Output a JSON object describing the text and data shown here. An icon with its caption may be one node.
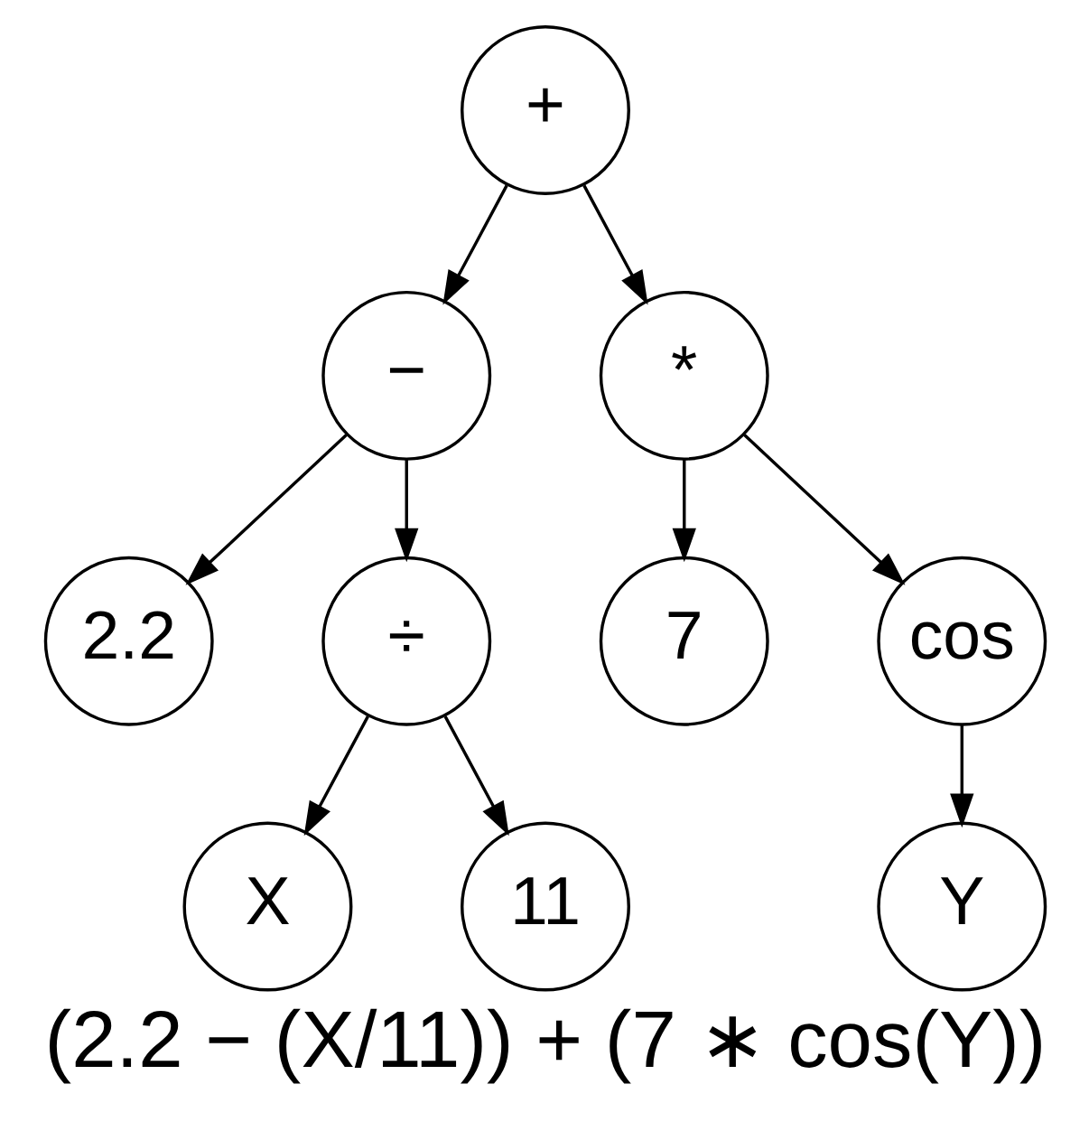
{
  "diagram": {
    "caption": "(2.2 − (X/11)) + (7 ∗ cos(Y))",
    "nodes": [
      {
        "text": [
          "+"
        ]
      },
      {
        "text": [
          "−"
        ]
      },
      {
        "text": [
          "*"
        ]
      },
      {
        "text": [
          "2.2"
        ]
      },
      {
        "text": [
          "÷"
        ]
      },
      {
        "text": [
          "7"
        ]
      },
      {
        "text": [
          "cos"
        ]
      },
      {
        "text": [
          "X"
        ]
      },
      {
        "text": [
          "11"
        ]
      },
      {
        "text": [
          "Y"
        ]
      }
    ],
    "edges": [
      {
        "from": 0,
        "to": 1,
        "arrow": "to"
      },
      {
        "from": 0,
        "to": 2,
        "arrow": "to"
      },
      {
        "from": 1,
        "to": 3,
        "arrow": "to"
      },
      {
        "from": 1,
        "to": 4,
        "arrow": "to"
      },
      {
        "from": 2,
        "to": 5,
        "arrow": "to"
      },
      {
        "from": 2,
        "to": 6,
        "arrow": "to"
      },
      {
        "from": 4,
        "to": 7,
        "arrow": "to"
      },
      {
        "from": 4,
        "to": 8,
        "arrow": "to"
      },
      {
        "from": 6,
        "to": 9,
        "arrow": "to"
      }
    ]
  }
}
